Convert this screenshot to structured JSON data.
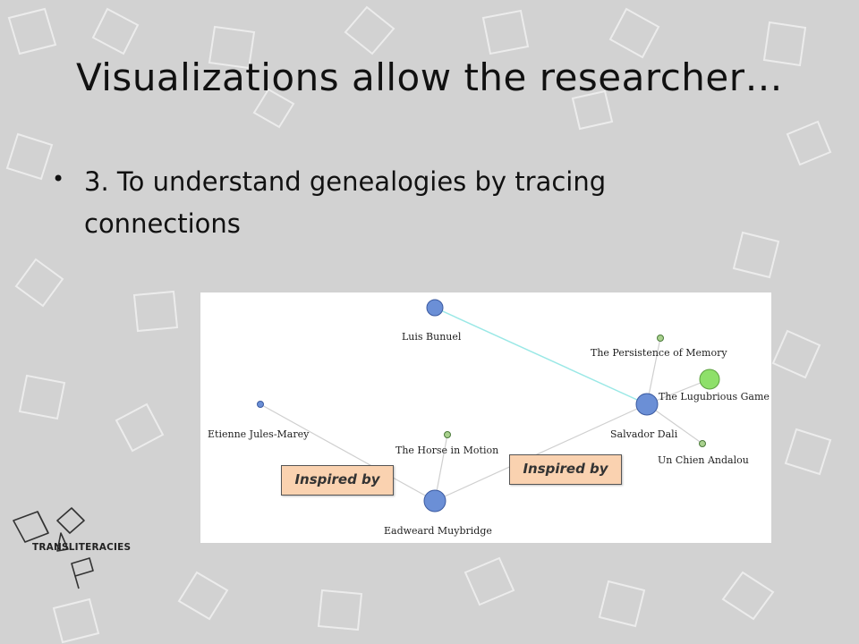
{
  "slide": {
    "title": "Visualizations allow the researcher…",
    "bullet_symbol": "•",
    "bullet_text": "3. To understand genealogies by tracing connections"
  },
  "graph": {
    "nodes": {
      "luis_bunuel": "Luis Bunuel",
      "persistence_of_memory": "The Persistence of Memory",
      "lugubrious_game": "The Lugubrious Game",
      "salvador_dali": "Salvador Dali",
      "un_chien_andalou": "Un Chien Andalou",
      "etienne_jules_marey": "Etienne Jules-Marey",
      "horse_in_motion": "The Horse in Motion",
      "eadweard_muybridge": "Eadweard Muybridge"
    },
    "colors": {
      "person_node": "#6b8fd6",
      "green_node": "#8ee06a",
      "small_node": "#a9d18e",
      "edge": "#cfcfcf",
      "highlight_edge": "#9ae8e6"
    }
  },
  "callouts": {
    "left": "Inspired by",
    "right": "Inspired by"
  },
  "logo": {
    "text": "TRANSLITERACIES"
  }
}
